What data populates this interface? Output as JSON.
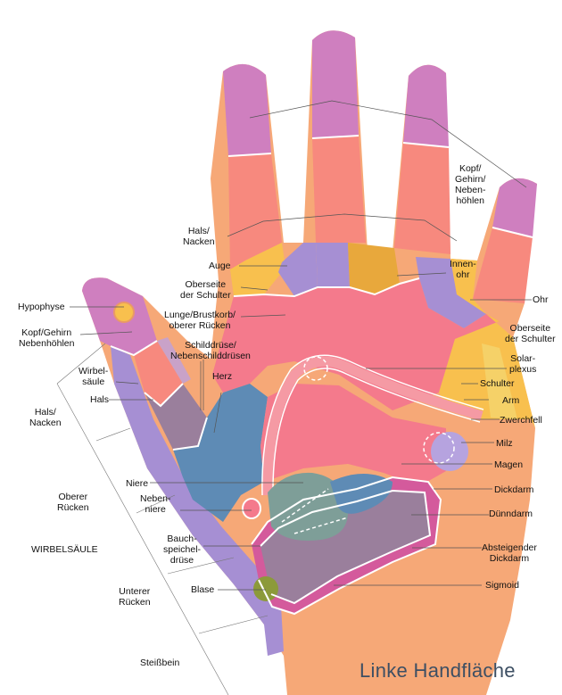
{
  "caption": "Linke Handfläche",
  "labels": {
    "kopf_gehirn_nebenhoehlen": "Kopf/\nGehirn/\nNeben-\nhöhlen",
    "hals_nacken": "Hals/\nNacken",
    "auge": "Auge",
    "innenohr": "Innen-\nohr",
    "oberseite_schulter_left": "Oberseite\nder Schulter",
    "ohr": "Ohr",
    "hypophyse": "Hypophyse",
    "lunge": "Lunge/Brustkorb/\noberer Rücken",
    "oberseite_schulter_right": "Oberseite\nder Schulter",
    "kopf_gehirn_thumb": "Kopf/Gehirn\nNebenhöhlen",
    "schilddruese": "Schilddrüse/\nNebenschilddrüsen",
    "solarplexus": "Solar-\nplexus",
    "wirbelsaeule_small": "Wirbel-\nsäule",
    "herz": "Herz",
    "schulter": "Schulter",
    "hals": "Hals",
    "arm": "Arm",
    "hals_nacken_spine": "Hals/\nNacken",
    "zwerchfell": "Zwerchfell",
    "milz": "Milz",
    "magen": "Magen",
    "niere": "Niere",
    "dickdarm": "Dickdarm",
    "oberer_ruecken": "Oberer\nRücken",
    "nebenniere": "Neben-\nniere",
    "duenndarm": "Dünndarm",
    "wirbelsaeule_big": "WIRBELSÄULE",
    "bauchspeicheldruese": "Bauch-\nspeichel-\ndrüse",
    "absteigender_dickdarm": "Absteigender\nDickdarm",
    "blase": "Blase",
    "sigmoid": "Sigmoid",
    "unterer_ruecken": "Unterer\nRücken",
    "steissbein": "Steißbein"
  },
  "colors": {
    "skin": "#f6a877",
    "fingertip": "#cf7fbf",
    "finger_mid": "#f7897e",
    "palm_pink": "#f47a8c",
    "purple": "#a68fd3",
    "yellow": "#f8c04e",
    "gold": "#e8a83c",
    "blue": "#5e8bb5",
    "teal_gray": "#7e9e98",
    "mauve": "#9a7f9c",
    "magenta": "#d45a9c",
    "olive": "#8c9a3a"
  }
}
